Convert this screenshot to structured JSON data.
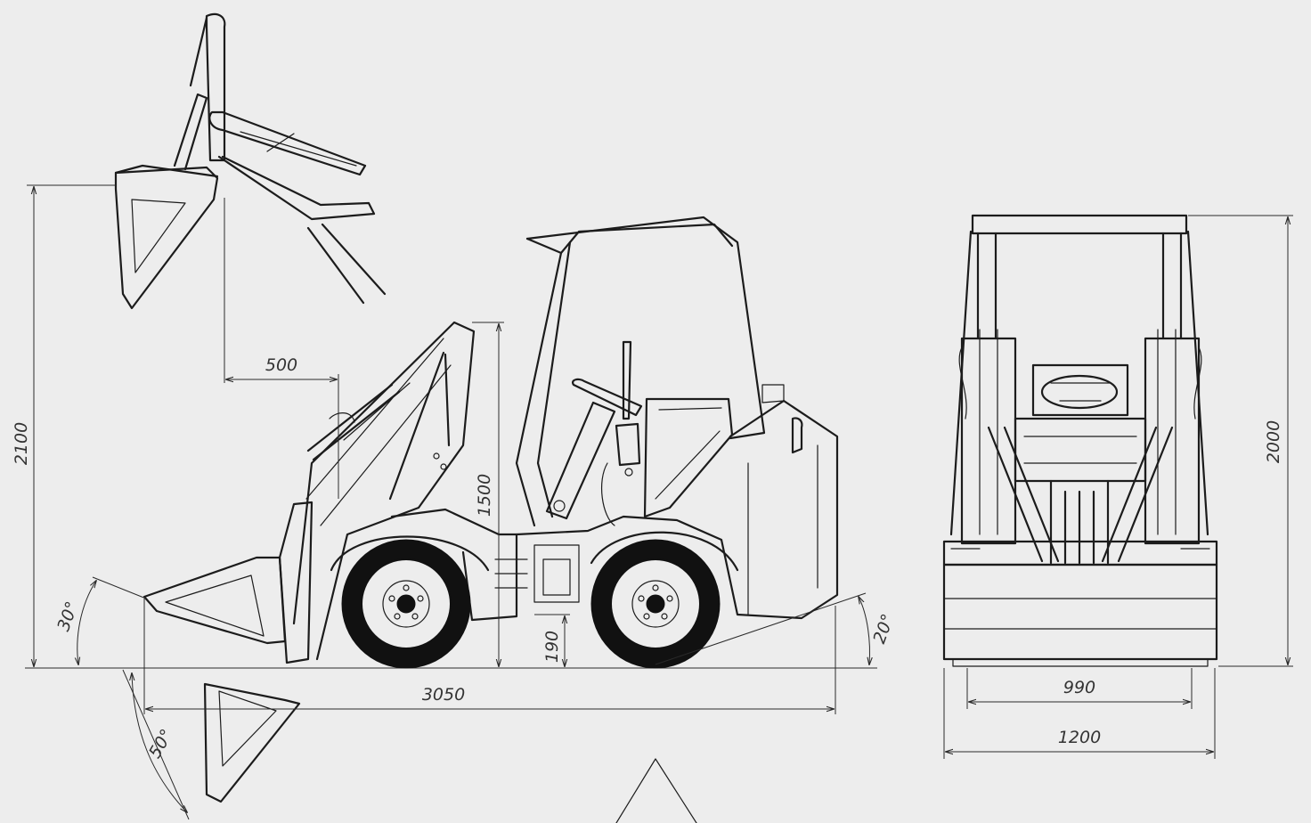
{
  "dimensions": {
    "overall_height": "2100",
    "bucket_reach": "500",
    "pin_height": "1500",
    "ground_clearance": "190",
    "overall_length": "3050",
    "roll_back_angle": "30°",
    "dump_angle": "50°",
    "departure_angle": "20°",
    "front_height": "2000",
    "track_width": "990",
    "overall_width": "1200"
  },
  "colors": {
    "background": "#ededed",
    "line": "#1c1c1c"
  }
}
